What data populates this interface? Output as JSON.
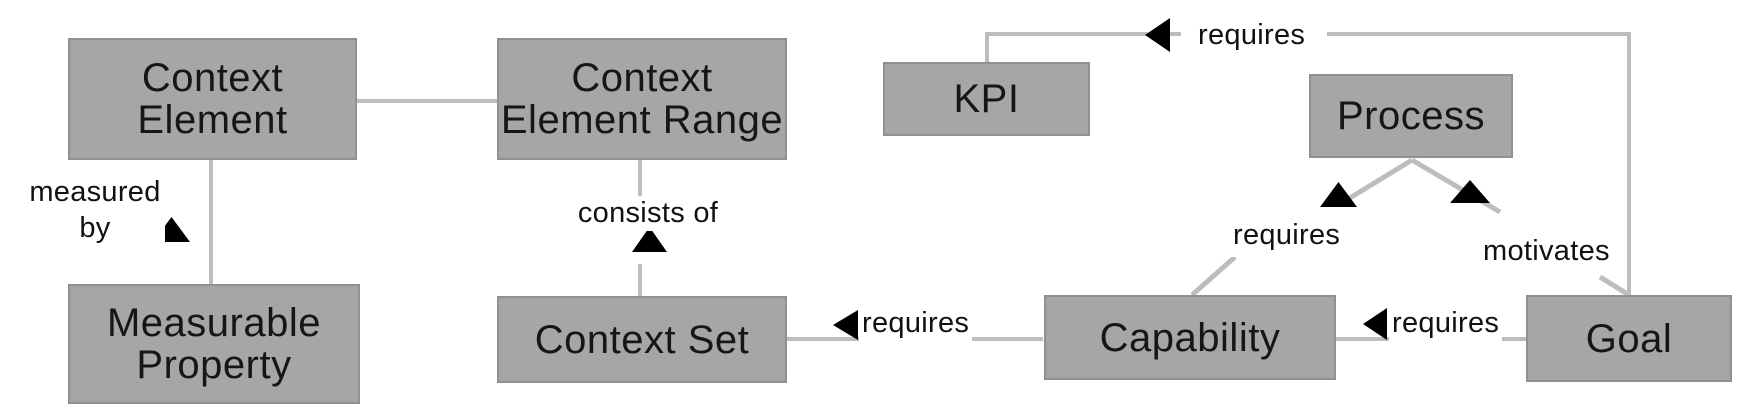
{
  "diagram": {
    "title": "Context / capability metamodel diagram",
    "colors": {
      "background": "#ffffff",
      "node_fill": "#a6a6a6",
      "node_border": "#909090",
      "connector": "#bdbdbd",
      "arrowhead": "#000000",
      "text": "#111111"
    },
    "nodes": [
      {
        "id": "context-element",
        "label": "Context\nElement"
      },
      {
        "id": "context-element-range",
        "label": "Context\nElement Range"
      },
      {
        "id": "kpi",
        "label": "KPI"
      },
      {
        "id": "process",
        "label": "Process"
      },
      {
        "id": "measurable-property",
        "label": "Measurable\nProperty"
      },
      {
        "id": "context-set",
        "label": "Context Set"
      },
      {
        "id": "capability",
        "label": "Capability"
      },
      {
        "id": "goal",
        "label": "Goal"
      }
    ],
    "edges": [
      {
        "from": "context-element",
        "to": "context-element-range",
        "label": "",
        "arrow": "none"
      },
      {
        "from": "measurable-property",
        "to": "context-element",
        "label": "measured\nby",
        "arrow": "up-triangle"
      },
      {
        "from": "context-set",
        "to": "context-element-range",
        "label": "consists of",
        "arrow": "up-triangle"
      },
      {
        "from": "capability",
        "to": "context-set",
        "label": "requires",
        "arrow": "left-triangle"
      },
      {
        "from": "goal",
        "to": "capability",
        "label": "requires",
        "arrow": "left-triangle"
      },
      {
        "from": "goal",
        "to": "kpi",
        "label": "requires",
        "arrow": "left-triangle"
      },
      {
        "from": "capability",
        "to": "process",
        "label": "requires",
        "arrow": "up-triangle"
      },
      {
        "from": "goal",
        "to": "process",
        "label": "motivates",
        "arrow": "up-triangle"
      }
    ]
  }
}
